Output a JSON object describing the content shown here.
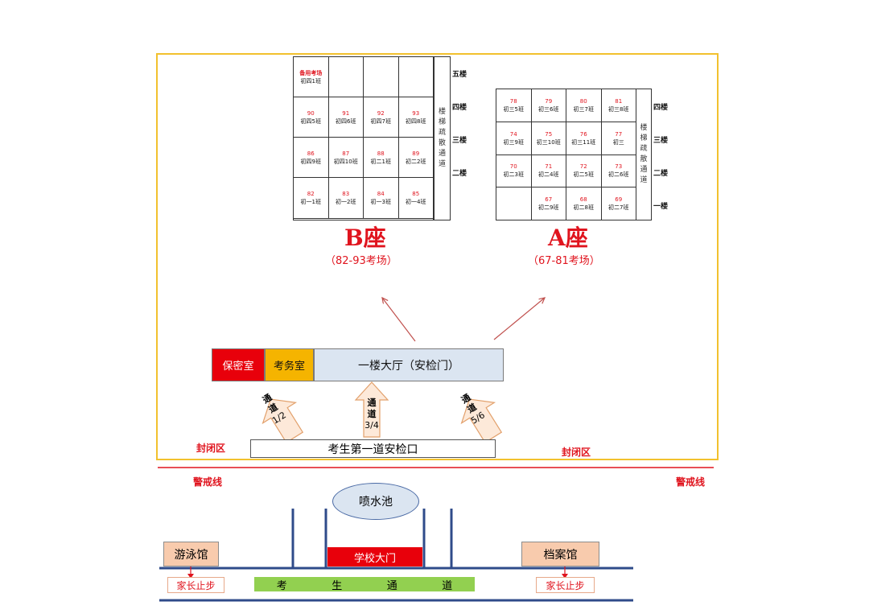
{
  "building_b": {
    "title": "B座",
    "subtitle": "（82-93考场）",
    "stairs_label": [
      "楼",
      "梯",
      "疏",
      "散",
      "通",
      "道"
    ],
    "floors": [
      "五楼",
      "四楼",
      "三楼",
      "二楼"
    ],
    "rows": [
      [
        {
          "num": "备用考场",
          "cls": "初四1班"
        },
        {
          "num": "",
          "cls": ""
        },
        {
          "num": "",
          "cls": ""
        },
        {
          "num": "",
          "cls": ""
        }
      ],
      [
        {
          "num": "90",
          "cls": "初四5班"
        },
        {
          "num": "91",
          "cls": "初四6班"
        },
        {
          "num": "92",
          "cls": "初四7班"
        },
        {
          "num": "93",
          "cls": "初四8班"
        }
      ],
      [
        {
          "num": "86",
          "cls": "初四9班"
        },
        {
          "num": "87",
          "cls": "初四10班"
        },
        {
          "num": "88",
          "cls": "初二1班"
        },
        {
          "num": "89",
          "cls": "初二2班"
        }
      ],
      [
        {
          "num": "82",
          "cls": "初一1班"
        },
        {
          "num": "83",
          "cls": "初一2班"
        },
        {
          "num": "84",
          "cls": "初一3班"
        },
        {
          "num": "85",
          "cls": "初一4班"
        }
      ]
    ]
  },
  "building_a": {
    "title": "A座",
    "subtitle": "（67-81考场）",
    "stairs_label": [
      "楼",
      "梯",
      "疏",
      "散",
      "通",
      "道"
    ],
    "floors": [
      "四楼",
      "三楼",
      "二楼",
      "一楼"
    ],
    "rows": [
      [
        {
          "num": "78",
          "cls": "初三5班"
        },
        {
          "num": "79",
          "cls": "初三6班"
        },
        {
          "num": "80",
          "cls": "初三7班"
        },
        {
          "num": "81",
          "cls": "初三8班"
        }
      ],
      [
        {
          "num": "74",
          "cls": "初三9班"
        },
        {
          "num": "75",
          "cls": "初三10班"
        },
        {
          "num": "76",
          "cls": "初三11班"
        },
        {
          "num": "77",
          "cls": "初三"
        }
      ],
      [
        {
          "num": "70",
          "cls": "初二3班"
        },
        {
          "num": "71",
          "cls": "初二4班"
        },
        {
          "num": "72",
          "cls": "初二5班"
        },
        {
          "num": "73",
          "cls": "初二6班"
        }
      ],
      [
        {
          "num": "",
          "cls": ""
        },
        {
          "num": "67",
          "cls": "初二9班"
        },
        {
          "num": "68",
          "cls": "初二8班"
        },
        {
          "num": "69",
          "cls": "初二7班"
        }
      ]
    ]
  },
  "hall": {
    "secret_room": "保密室",
    "exam_office": "考务室",
    "lobby": "一楼大厅（安检门）"
  },
  "passages": {
    "p12": [
      "通",
      "道",
      "1/2"
    ],
    "p34": [
      "通",
      "道",
      "3/4"
    ],
    "p56": [
      "通",
      "道",
      "5/6"
    ]
  },
  "checkpoint": "考生第一道安检口",
  "closed_zone_left": "封闭区",
  "closed_zone_right": "封闭区",
  "cordon_left": "警戒线",
  "cordon_right": "警戒线",
  "fountain": "喷水池",
  "school_gate": "学校大门",
  "swimming_hall": "游泳馆",
  "archive_hall": "档案馆",
  "parent_stop_left": "家长止步",
  "parent_stop_right": "家长止步",
  "student_path": [
    "考",
    "生",
    "通",
    "道"
  ],
  "colors": {
    "frame": "#f2c12e",
    "red": "#e0141e",
    "secret_room_bg": "#e8000b",
    "exam_office_bg": "#f5b400",
    "lobby_bg": "#dbe5f1",
    "arrow_fill": "#fde9d9",
    "arrow_stroke": "#e2a06b",
    "hall_box_bg": "#f8cbad",
    "green": "#92d050",
    "road": "#2f4b8a",
    "fountain_bg": "#dbe5f1"
  }
}
